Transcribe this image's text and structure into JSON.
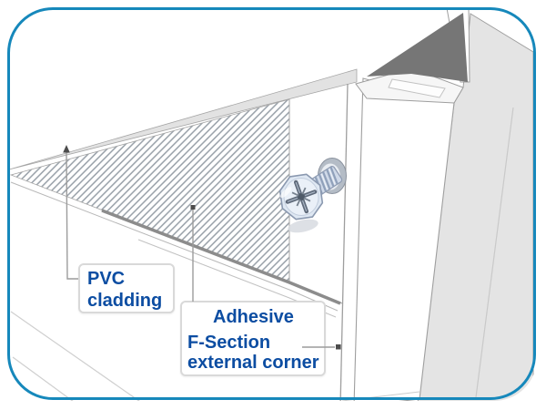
{
  "frame": {
    "border_color": "#1688bb",
    "background": "#ffffff"
  },
  "labels": {
    "text_color": "#0c4da2",
    "pvc": {
      "line1": "PVC",
      "line2": "cladding"
    },
    "adhesive": {
      "line1": "Adhesive"
    },
    "fsection": {
      "line1": "F-Section",
      "line2": "external corner"
    }
  },
  "illustration": {
    "parts": [
      "pvc-cladding-sheet",
      "adhesive-hatching",
      "f-section-external-corner-trim",
      "wall-corner-panel",
      "pozidriv-fixing-screw"
    ],
    "colors": {
      "line_gray": "#9e9e9e",
      "corner_shadow_gray": "#767676",
      "panel_side_gray": "#e4e4e4",
      "hatch_gray": "#98a0a8",
      "screw_body_blue": "#dfe8f3",
      "screw_outline_blue": "#8b99b0"
    }
  }
}
